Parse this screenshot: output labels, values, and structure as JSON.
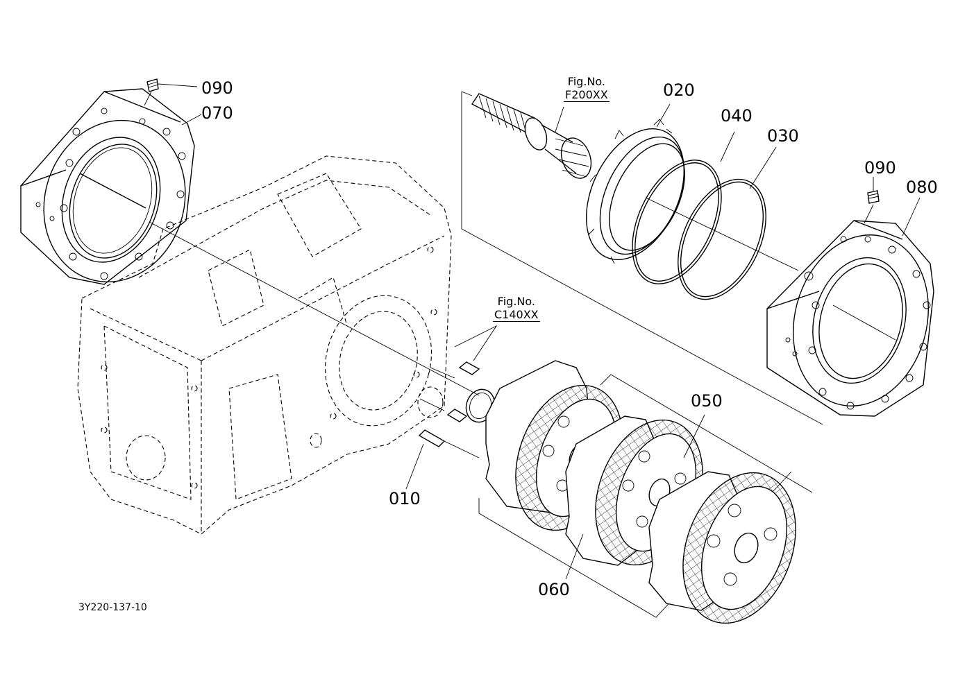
{
  "diagram": {
    "drawing_number": "3Y220-137-10",
    "callouts": {
      "p090_left": "090",
      "p070": "070",
      "p020": "020",
      "p040": "040",
      "p030": "030",
      "p090_right": "090",
      "p080": "080",
      "p050": "050",
      "p010": "010",
      "p060": "060"
    },
    "figure_refs": {
      "f200": {
        "label": "Fig.No.",
        "code": "F200XX"
      },
      "c140": {
        "label": "Fig.No.",
        "code": "C140XX"
      }
    },
    "colors": {
      "line": "#000000",
      "background": "#ffffff",
      "friction_hatch": "#000000"
    }
  }
}
